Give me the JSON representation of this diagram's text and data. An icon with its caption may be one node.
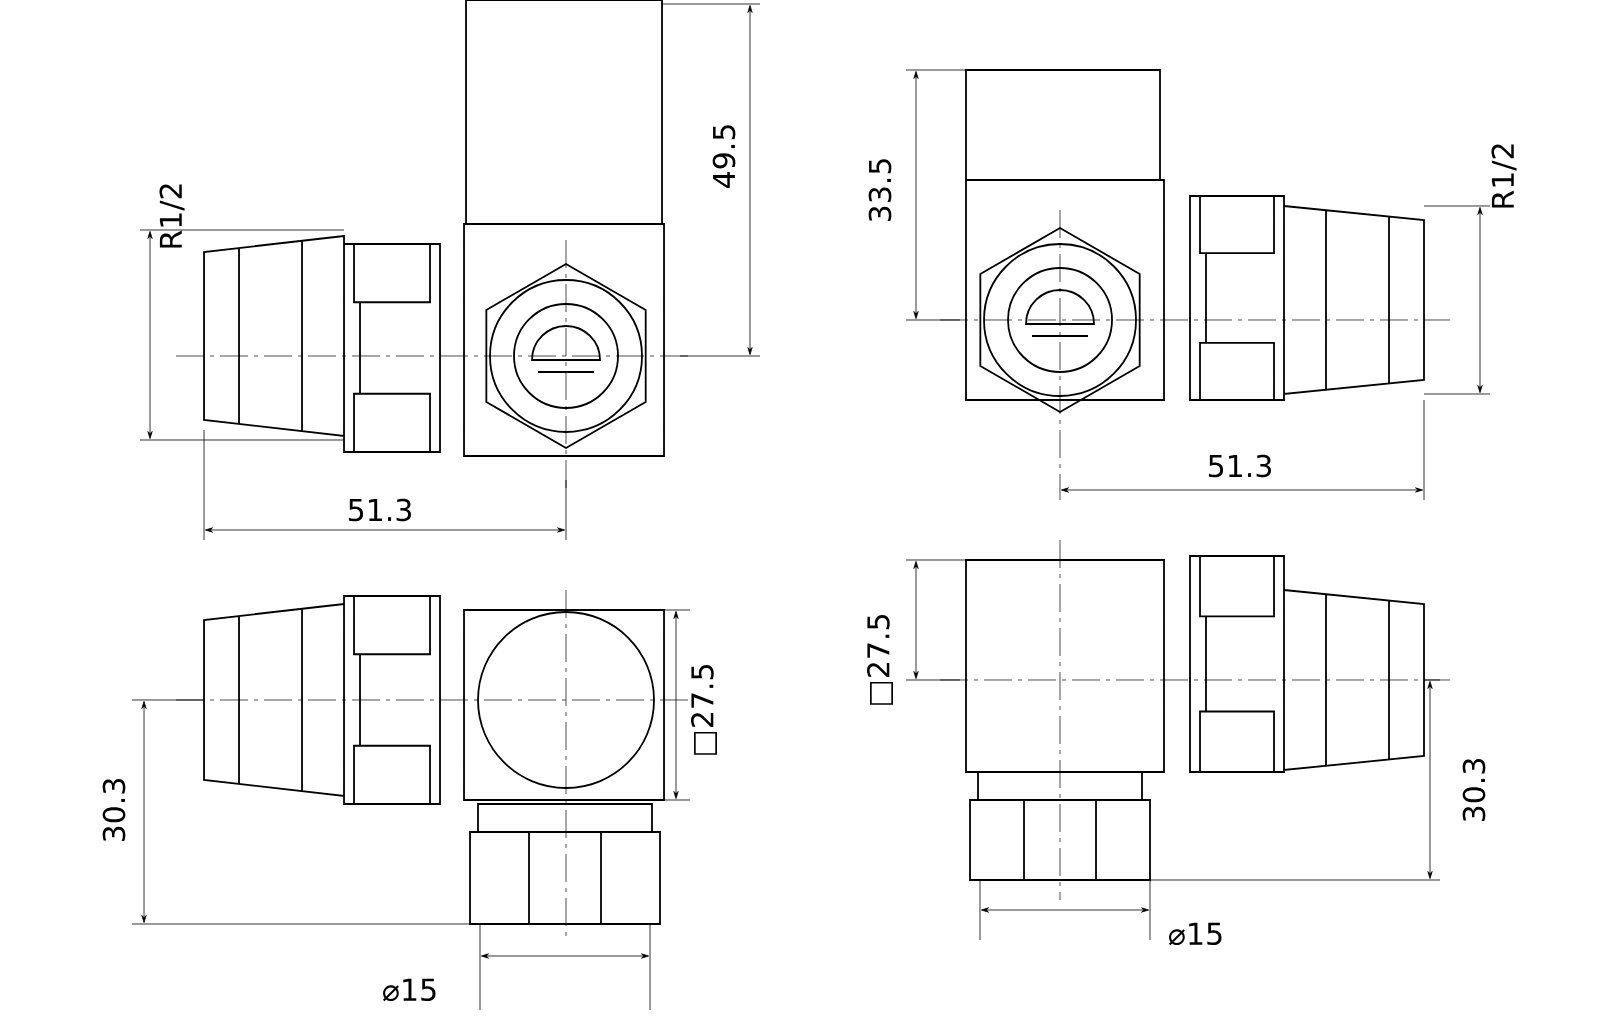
{
  "diagram": {
    "labels": [
      "R1/2",
      "49.5",
      "51.3",
      "33.5",
      "R1/2",
      "51.3",
      "□27.5",
      "30.3",
      "⌀15",
      "□27.5",
      "30.3",
      "⌀15"
    ]
  }
}
